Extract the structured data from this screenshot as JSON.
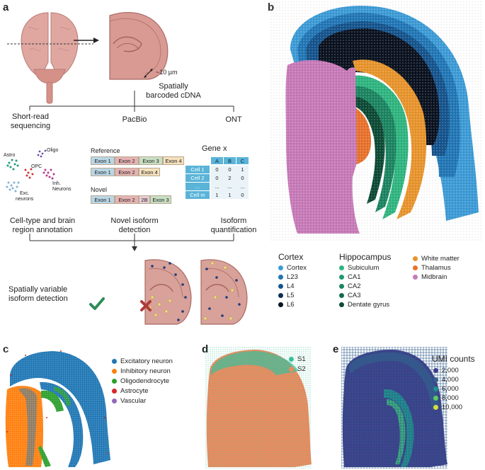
{
  "panels": {
    "a": "a",
    "b": "b",
    "c": "c",
    "d": "d",
    "e": "e"
  },
  "panel_a": {
    "thickness": "~10 µm",
    "barcoded": [
      "Spatially",
      "barcoded cDNA"
    ],
    "branches": {
      "short_read": [
        "Short-read",
        "sequencing"
      ],
      "pacbio": "PacBio",
      "ont": "ONT"
    },
    "clusters": {
      "astro": "Astro",
      "oligo": "Oligo",
      "opc": "OPC",
      "inh": [
        "Inh.",
        "Neurons"
      ],
      "exc": [
        "Exc.",
        "neurons"
      ]
    },
    "isoforms": {
      "reference_label": "Reference",
      "novel_label": "Novel",
      "reference_rows": [
        [
          "Exon 1",
          "Exon 2",
          "Exon 3",
          "Exon 4"
        ],
        [
          "Exon 1",
          "Exon 2",
          "Exon 4"
        ]
      ],
      "novel_row": [
        "Exon 1",
        "Exon 2",
        "2B",
        "Exon 3"
      ]
    },
    "matrix": {
      "title": "Gene x",
      "cols": [
        "A",
        "B",
        "C"
      ],
      "rows": [
        {
          "label": "Cell 1",
          "vals": [
            "0",
            "0",
            "1"
          ]
        },
        {
          "label": "Cell 2",
          "vals": [
            "0",
            "2",
            "0"
          ]
        },
        {
          "label": "...",
          "vals": [
            "...",
            "...",
            "..."
          ]
        },
        {
          "label": "Cell m",
          "vals": [
            "1",
            "1",
            "0"
          ]
        }
      ]
    },
    "outcomes": {
      "celltype": [
        "Cell-type and brain",
        "region annotation"
      ],
      "novel": [
        "Novel isoform",
        "detection"
      ],
      "quant": [
        "Isoform",
        "quantification"
      ]
    },
    "svid": [
      "Spatially variable",
      "isoform detection"
    ]
  },
  "panel_b_legend": {
    "groups": [
      {
        "title": "Cortex",
        "items": [
          {
            "label": "Cortex",
            "color": "#3d9bd6"
          },
          {
            "label": "L23",
            "color": "#2176b5"
          },
          {
            "label": "L4",
            "color": "#15548d"
          },
          {
            "label": "L5",
            "color": "#0d2f55"
          },
          {
            "label": "L6",
            "color": "#0b1220"
          }
        ]
      },
      {
        "title": "Hippocampus",
        "items": [
          {
            "label": "Subiculum",
            "color": "#2fb57f"
          },
          {
            "label": "CA1",
            "color": "#1d9b6c"
          },
          {
            "label": "CA2",
            "color": "#1b8460"
          },
          {
            "label": "CA3",
            "color": "#136b4d"
          },
          {
            "label": "Dentate gyrus",
            "color": "#0d4a35"
          }
        ]
      },
      {
        "title": "",
        "items": [
          {
            "label": "White matter",
            "color": "#e8942c"
          },
          {
            "label": "Thalamus",
            "color": "#e8722c"
          },
          {
            "label": "Midbrain",
            "color": "#c77ab8"
          }
        ]
      }
    ]
  },
  "panel_c_legend": [
    {
      "label": "Excitatory neuron",
      "color": "#1f77b4"
    },
    {
      "label": "Inhibitory neuron",
      "color": "#ff7f0e"
    },
    {
      "label": "Oligodendrocyte",
      "color": "#2ca02c"
    },
    {
      "label": "Astrocyte",
      "color": "#d62728"
    },
    {
      "label": "Vascular",
      "color": "#9467bd"
    }
  ],
  "panel_d_legend": [
    {
      "label": "S1",
      "color": "#3bbf9b"
    },
    {
      "label": "S2",
      "color": "#f08a5d"
    }
  ],
  "panel_e_legend": {
    "title": "UMI counts",
    "items": [
      {
        "label": "2,000",
        "color": "#3f3d8a"
      },
      {
        "label": "4,000",
        "color": "#34618d"
      },
      {
        "label": "6,000",
        "color": "#21918c"
      },
      {
        "label": "8,000",
        "color": "#5ec962"
      },
      {
        "label": "10,000",
        "color": "#d6e03a"
      }
    ]
  }
}
